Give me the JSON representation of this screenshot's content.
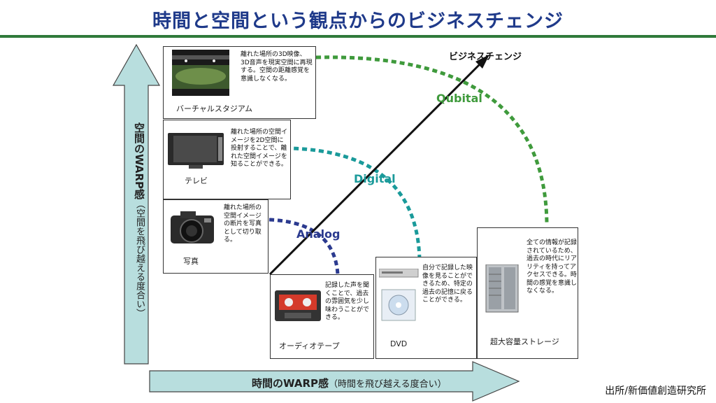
{
  "title": "時間と空間という観点からのビジネスチェンジ",
  "axes": {
    "y_label": "空間のWARP感",
    "y_sub": "（空間を飛び越える度合い）",
    "x_label": "時間のWARP感",
    "x_sub": "（時間を飛び越える度合い）"
  },
  "business_change_label": "ビジネスチェンジ",
  "eras": {
    "analog": "Analog",
    "digital": "Digital",
    "qubital": "Qubital"
  },
  "colors": {
    "analog": "#2b3a8f",
    "digital": "#1a9a9a",
    "qubital": "#3f9a3c",
    "title": "#1f3a8a",
    "rule": "#2f7a3a",
    "arrow_fill": "#b8dede"
  },
  "space_boxes": [
    {
      "caption": "バーチャルスタジアム",
      "desc": "離れた場所の3D映像、3D音声を現実空間に再現する。空間の距離感覚を意識しなくなる。",
      "icon": "stadium-photo"
    },
    {
      "caption": "テレビ",
      "desc": "離れた場所の空間イメージを2D空間に投射することで、離れた空間イメージを知ることができる。",
      "icon": "tv-icon"
    },
    {
      "caption": "写真",
      "desc": "離れた場所の空間イメージの断片を写真として切り取る。",
      "icon": "camera-icon"
    }
  ],
  "time_boxes": [
    {
      "caption": "オーディオテープ",
      "desc": "記録した声を聞くことで、過去の雰囲気を少し味わうことができる。",
      "icon": "cassette-icon"
    },
    {
      "caption": "DVD",
      "desc": "自分で記録した映像を見ることができるため、特定の過去の記憶に戻ることができる。",
      "icon": "dvd-icon"
    },
    {
      "caption": "超大容量ストレージ",
      "desc": "全ての情報が記録されているため、過去の時代にリアリティを持ってアクセスできる。時間の感覚を意識しなくなる。",
      "icon": "server-icon"
    }
  ],
  "source": "出所/新価値創造研究所"
}
